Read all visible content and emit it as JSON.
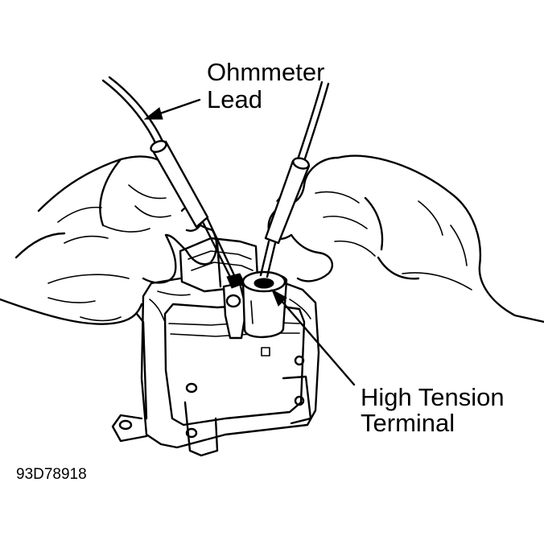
{
  "callouts": {
    "ohmmeter_lead": [
      "Ohmmeter",
      "Lead"
    ],
    "high_tension_terminal": [
      "High Tension",
      "Terminal"
    ]
  },
  "figure_id": "93D78918"
}
